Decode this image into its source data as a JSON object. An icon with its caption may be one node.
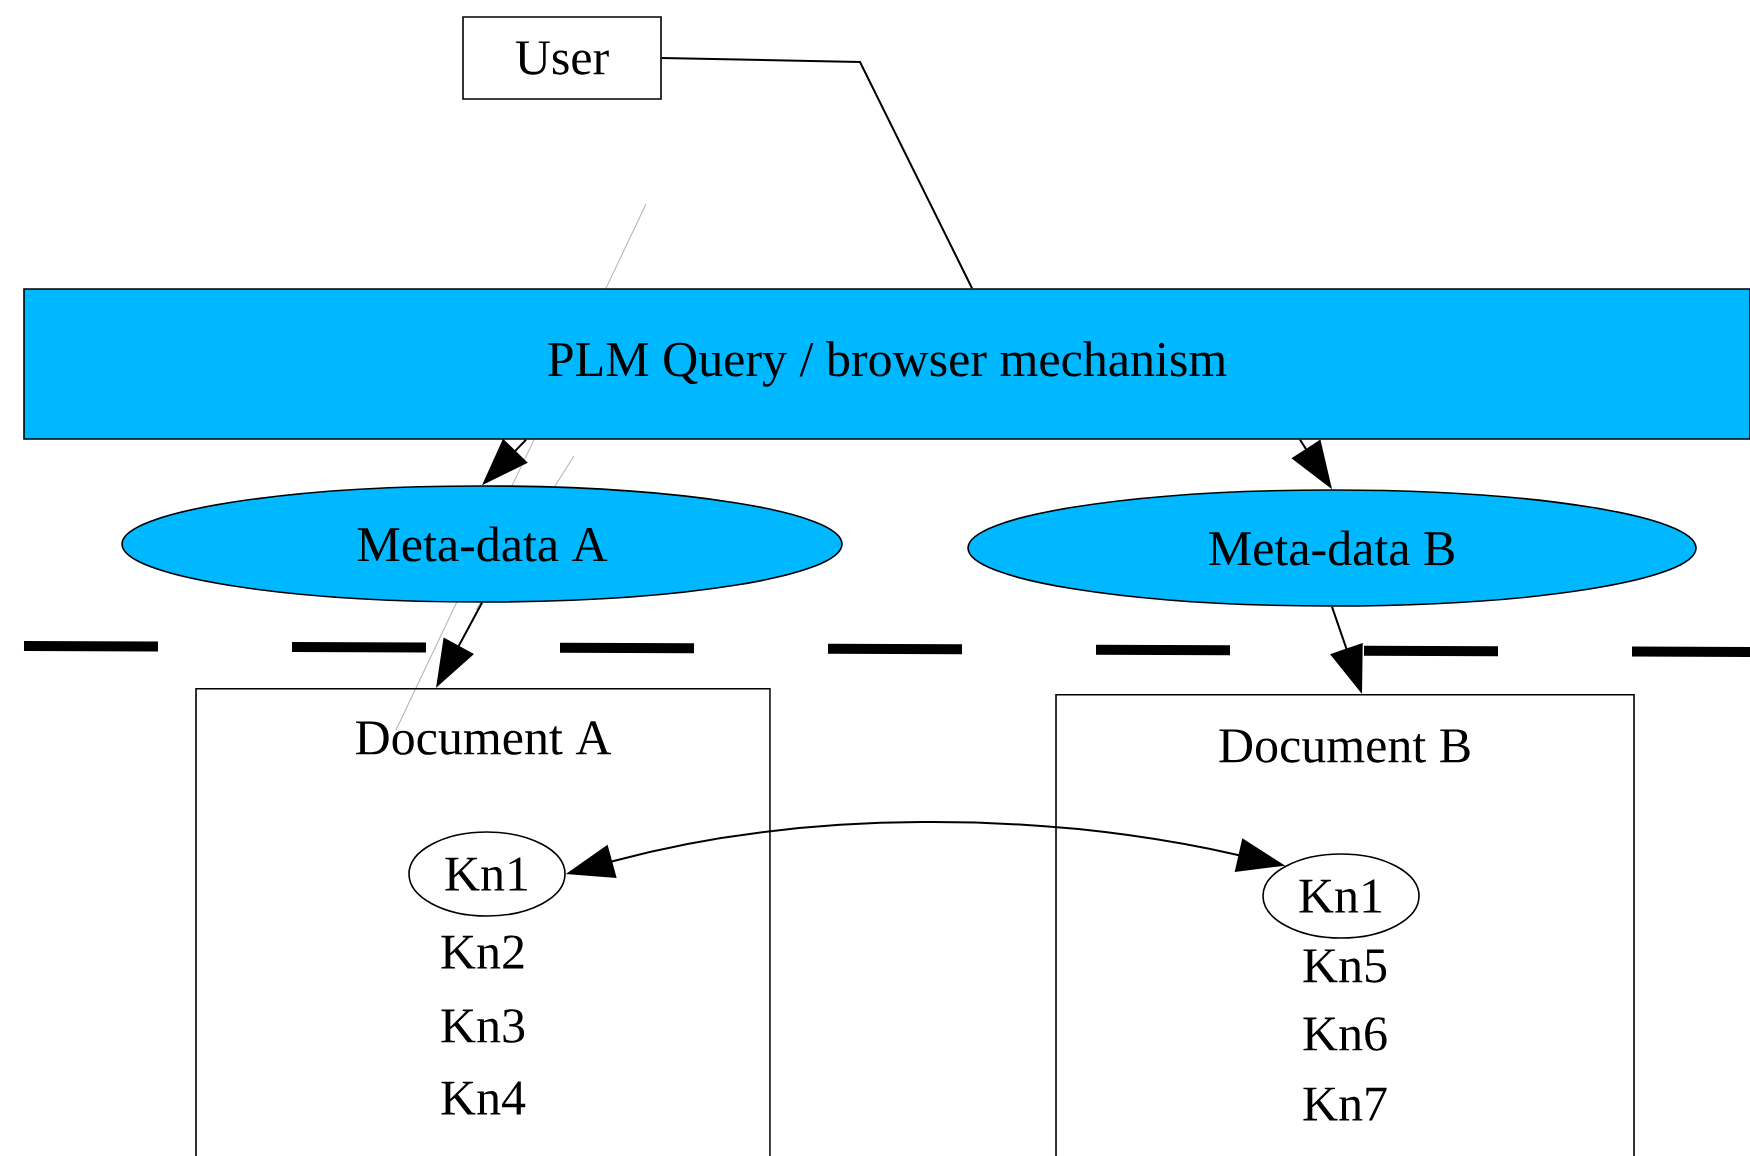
{
  "diagram": {
    "nodes": [
      {
        "text": [
          "User"
        ]
      },
      {
        "text": [
          "PLM Query / browser mechanism"
        ]
      },
      {
        "text": [
          "Meta-data A"
        ]
      },
      {
        "text": [
          "Meta-data B"
        ]
      },
      {
        "text": [
          "Document A",
          "Kn2",
          "Kn3",
          "Kn4"
        ]
      },
      {
        "text": [
          "Kn1"
        ],
        "in": 4
      },
      {
        "text": [
          "Document B",
          "Kn5",
          "Kn6",
          "Kn7"
        ]
      },
      {
        "text": [
          "Kn1"
        ],
        "in": 6
      }
    ],
    "edges": [
      {
        "from": 0,
        "to": 1,
        "arrow": "none"
      },
      {
        "from": 1,
        "to": 2,
        "arrow": "to"
      },
      {
        "from": 1,
        "to": 3,
        "arrow": "to"
      },
      {
        "from": 2,
        "to": 4,
        "arrow": "to"
      },
      {
        "from": 3,
        "to": 6,
        "arrow": "to"
      },
      {
        "from": 5,
        "to": 7,
        "arrow": "both"
      }
    ]
  }
}
